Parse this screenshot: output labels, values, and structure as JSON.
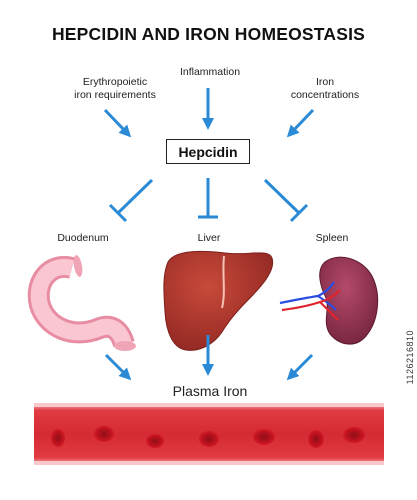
{
  "title": "HEPCIDIN AND IRON HOMEOSTASIS",
  "inputs": {
    "erythropoietic": "Erythropoietic\niron requirements",
    "inflammation": "Inflammation",
    "iron": "Iron\nconcentrations"
  },
  "center": "Hepcidin",
  "organs": {
    "duodenum": "Duodenum",
    "liver": "Liver",
    "spleen": "Spleen"
  },
  "output": "Plasma Iron",
  "side_id": "1126216810",
  "colors": {
    "arrow": "#2a8ad6",
    "liver": "#a8322a",
    "spleen": "#8a2a45",
    "duodenum": "#f7b3c3",
    "vessel": "#d9333a",
    "rbc": "#c1121f"
  }
}
